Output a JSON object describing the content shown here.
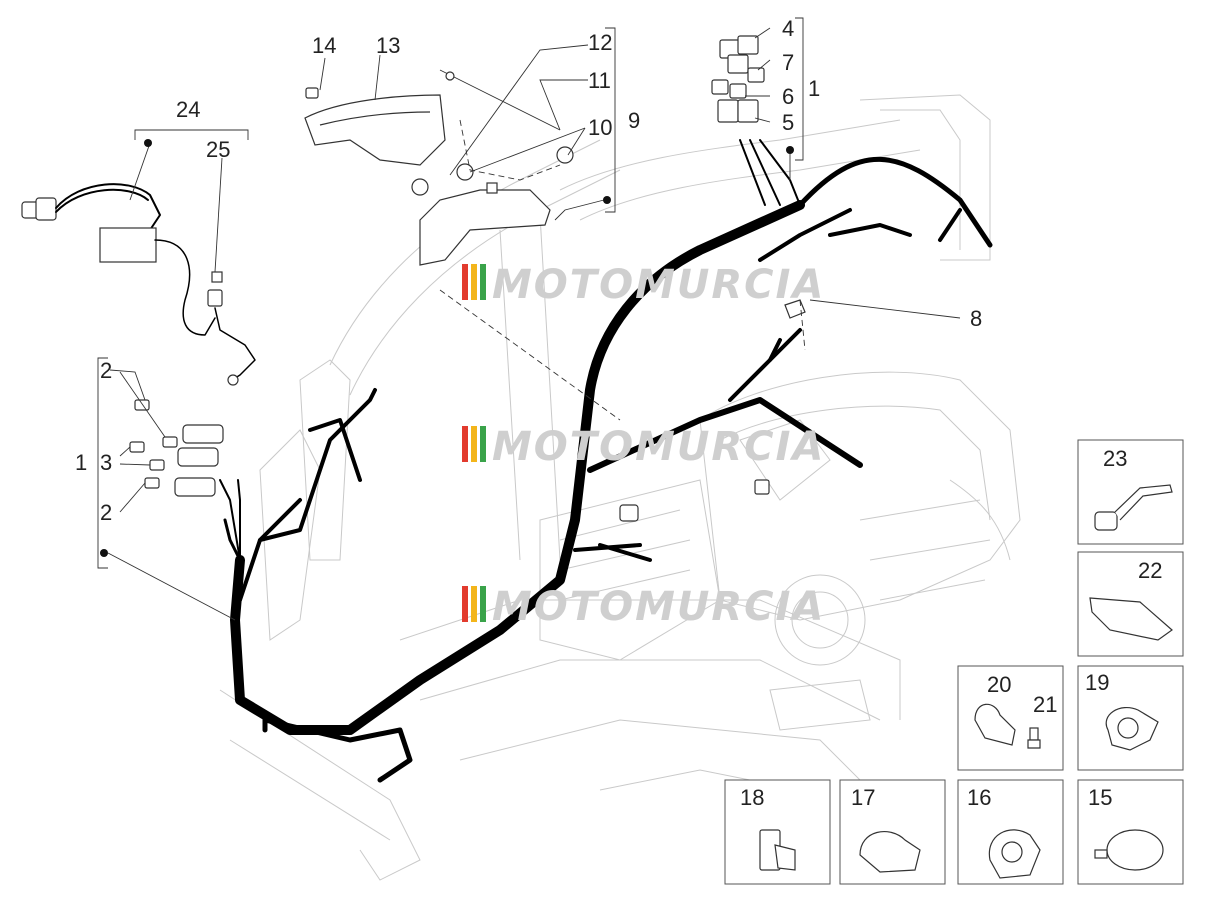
{
  "watermark": "MOTOMURCIA",
  "watermark_colors": [
    "#e23b2e",
    "#f3b51b",
    "#3aa34a"
  ],
  "callouts": {
    "n1a": "1",
    "n1b": "1",
    "n2a": "2",
    "n2b": "2",
    "n3": "3",
    "n4": "4",
    "n5": "5",
    "n6": "6",
    "n7": "7",
    "n8": "8",
    "n9": "9",
    "n10": "10",
    "n11": "11",
    "n12": "12",
    "n13": "13",
    "n14": "14",
    "n15": "15",
    "n16": "16",
    "n17": "17",
    "n18": "18",
    "n19": "19",
    "n20": "20",
    "n21": "21",
    "n22": "22",
    "n23": "23",
    "n24": "24",
    "n25": "25"
  }
}
